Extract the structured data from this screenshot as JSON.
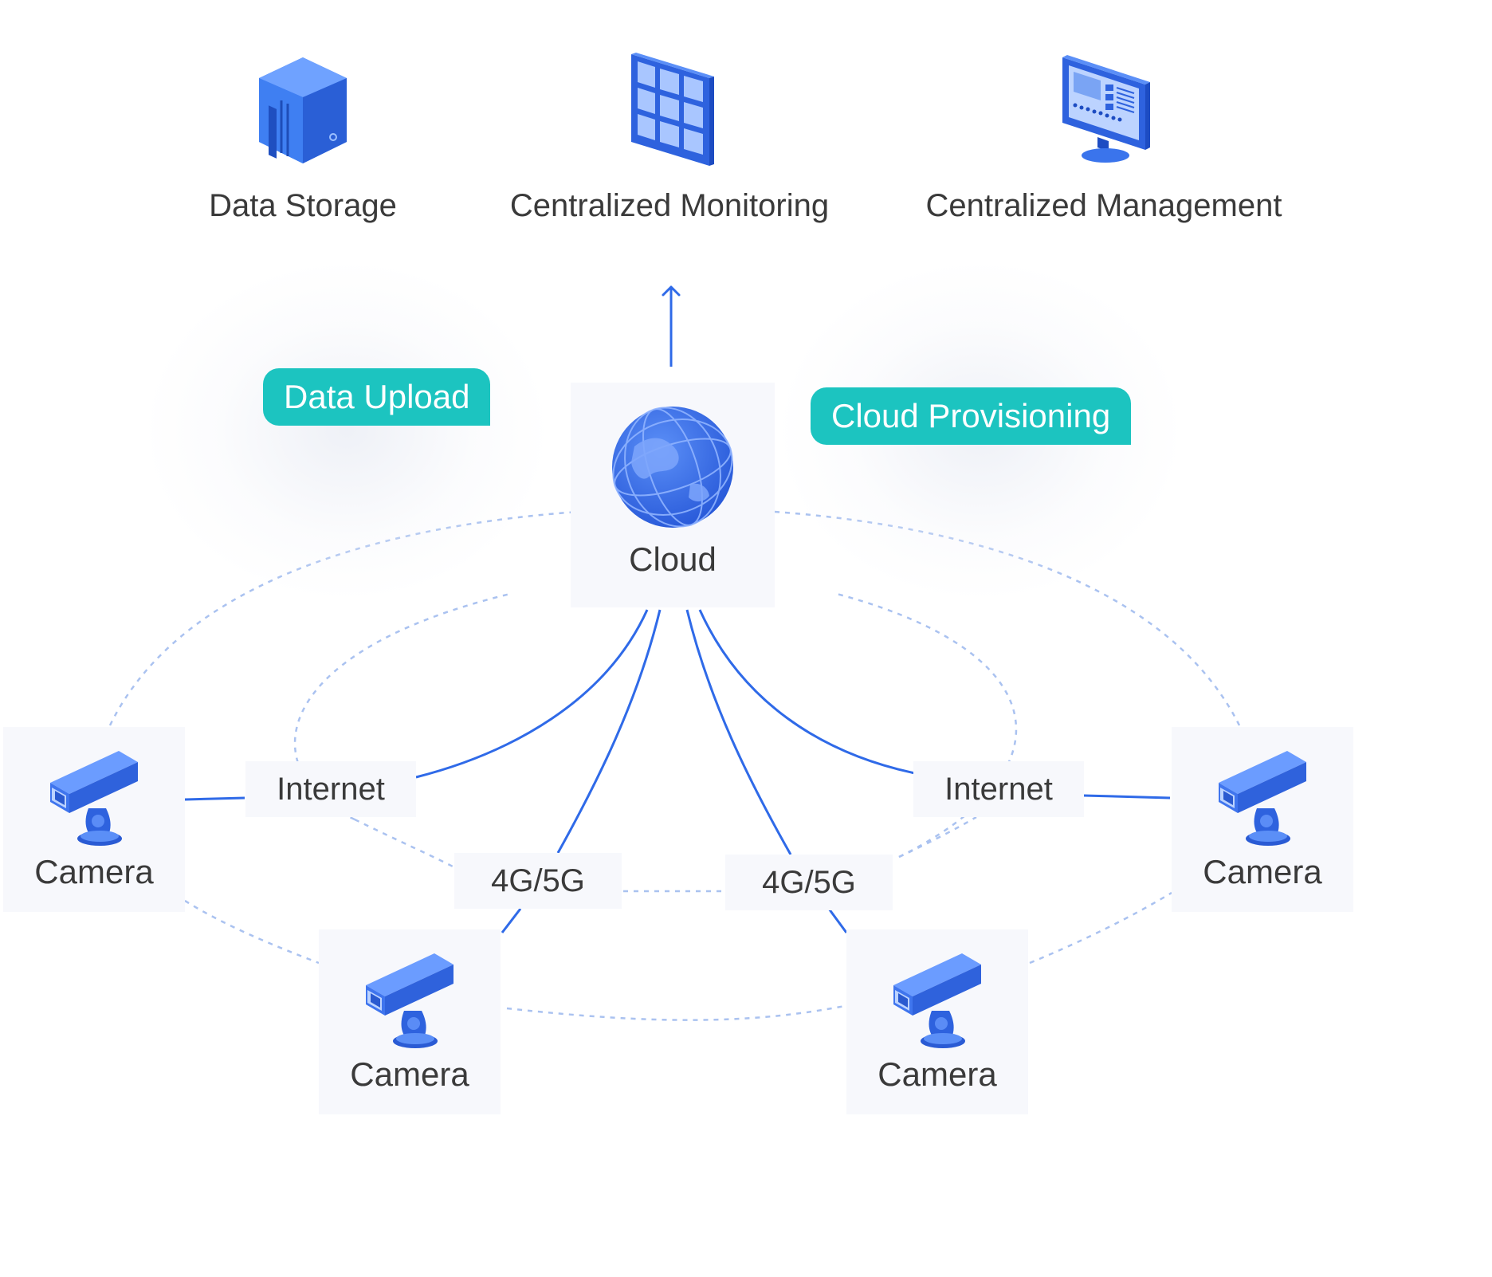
{
  "colors": {
    "accent": "#2f6ae8",
    "teal_pill": "#1cc4c0",
    "dashed_ring": "#aac2f0",
    "box_bg": "#f7f8fc"
  },
  "top_nodes": [
    {
      "label": "Data Storage",
      "icon": "server-icon"
    },
    {
      "label": "Centralized Monitoring",
      "icon": "video-wall-icon"
    },
    {
      "label": "Centralized Management",
      "icon": "monitor-icon"
    }
  ],
  "flows": {
    "upload": "Data Upload",
    "provisioning": "Cloud Provisioning"
  },
  "cloud": {
    "label": "Cloud",
    "icon": "globe-icon"
  },
  "links": {
    "internet_left": "Internet",
    "internet_right": "Internet",
    "cellular_left": "4G/5G",
    "cellular_right": "4G/5G"
  },
  "cameras": [
    {
      "label": "Camera",
      "icon": "camera-icon"
    },
    {
      "label": "Camera",
      "icon": "camera-icon"
    },
    {
      "label": "Camera",
      "icon": "camera-icon"
    },
    {
      "label": "Camera",
      "icon": "camera-icon"
    }
  ]
}
